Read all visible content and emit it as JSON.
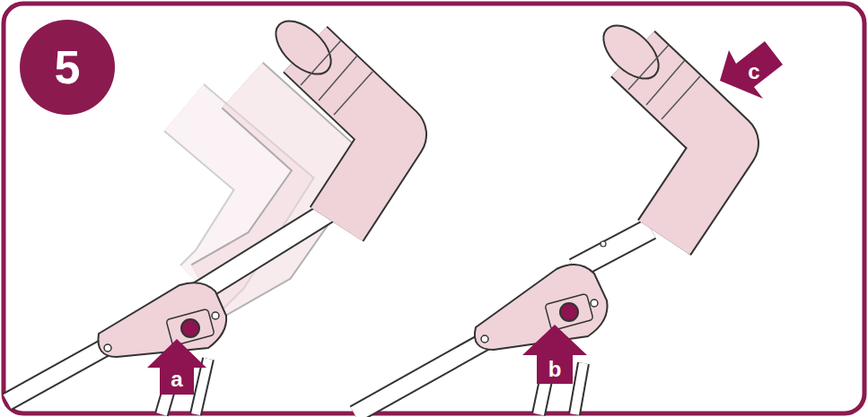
{
  "diagram": {
    "nodes": [
      {
        "text": [
          "5"
        ]
      }
    ],
    "labels": [
      "a",
      "b",
      "c"
    ]
  }
}
